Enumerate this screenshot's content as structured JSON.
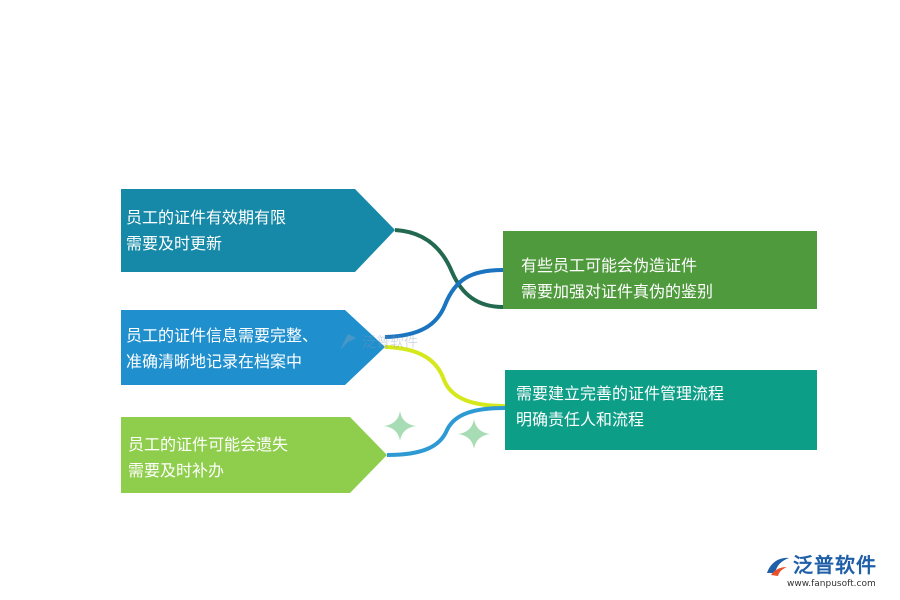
{
  "left_items": [
    {
      "line1": "员工的证件有效期有限",
      "line2": "需要及时更新",
      "color": "#1589a7"
    },
    {
      "line1": "员工的证件信息需要完整、",
      "line2": "准确清晰地记录在档案中",
      "color": "#1f8fce"
    },
    {
      "line1": "员工的证件可能会遗失",
      "line2": "需要及时补办",
      "color": "#8fce4c"
    }
  ],
  "right_items": [
    {
      "line1": "有些员工可能会伪造证件",
      "line2": "需要加强对证件真伪的鉴别",
      "color": "#4f9a3c"
    },
    {
      "line1": "需要建立完善的证件管理流程",
      "line2": "明确责任人和流程",
      "color": "#0d9e87"
    }
  ],
  "connector_colors": {
    "top": "#23694f",
    "middle": "#1a74c0",
    "yellow": "#d5e81c",
    "bottom": "#2d9ad3"
  },
  "sparkle_color": "#a8dcb4",
  "logo": {
    "name": "泛普软件",
    "url": "www.fanpusoft.com"
  },
  "watermark": {
    "text": "泛普软件"
  }
}
